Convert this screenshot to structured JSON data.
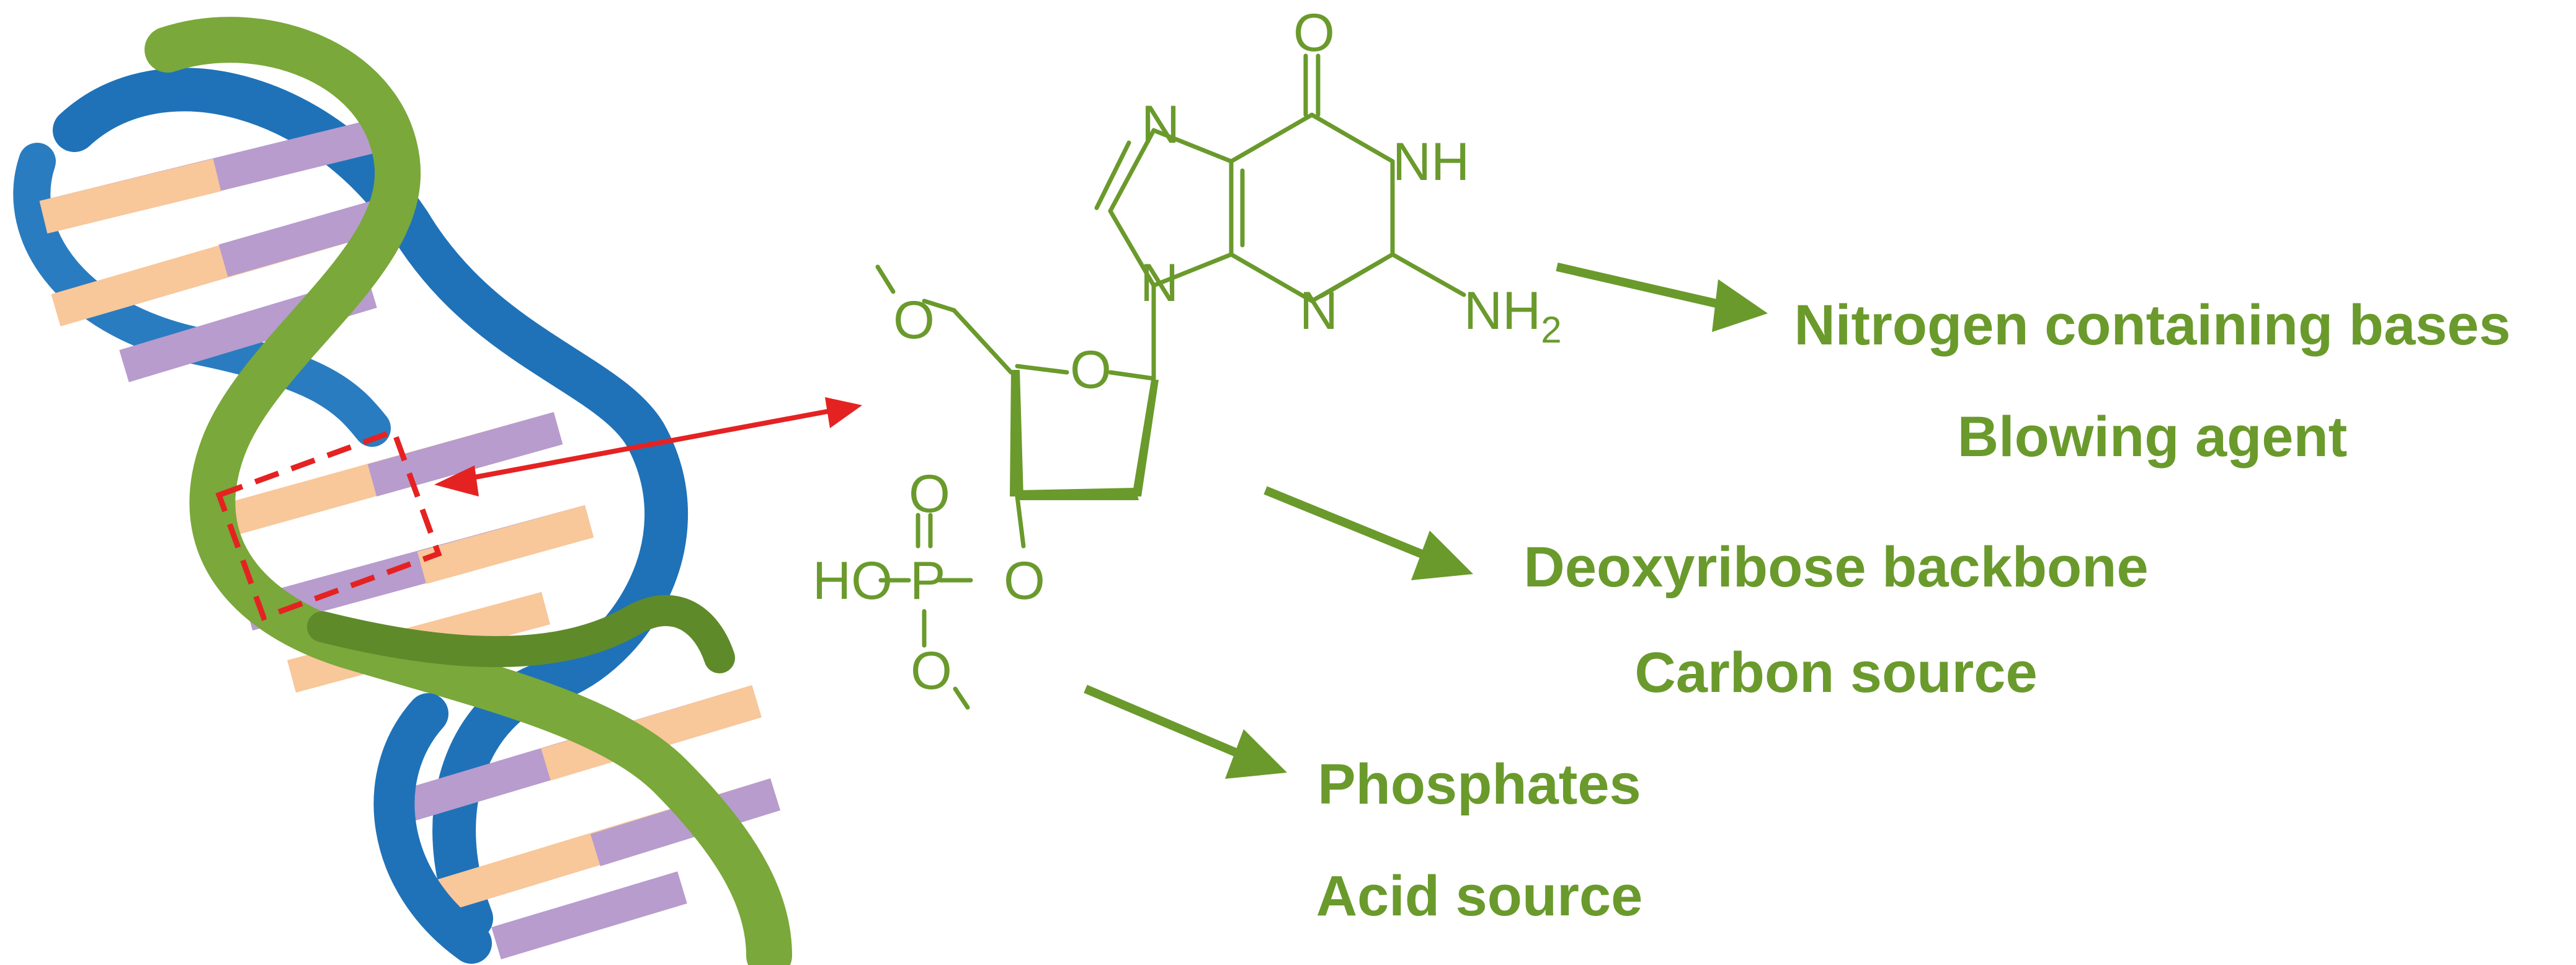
{
  "molecule": {
    "atoms": {
      "carbonyl_o": "O",
      "ring_n_h": "NH",
      "imidazole_n_top": "N",
      "imidazole_n_glycosidic": "N",
      "pyrimidine_n": "N",
      "amine": "NH",
      "amine_sub": "2",
      "sugar_ring_o": "O",
      "ch2_o": "O",
      "phosphate_top_o": "O",
      "phosphate_p": "P",
      "phosphate_ho": "HO",
      "phosphate_ester_o": "O",
      "phosphate_bottom_o": "O"
    }
  },
  "labels": {
    "bases_title": "Nitrogen containing bases",
    "bases_role": "Blowing agent",
    "backbone_title": "Deoxyribose backbone",
    "backbone_role": "Carbon source",
    "phosphate_title": "Phosphates",
    "phosphate_role": "Acid source"
  },
  "colors": {
    "chem_green": "#6a9a2c",
    "helix_blue": "#1f72b8",
    "helix_green": "#7aa83a",
    "base_purple": "#b79ccd",
    "base_orange": "#f8c79a",
    "highlight_red": "#e52222"
  }
}
